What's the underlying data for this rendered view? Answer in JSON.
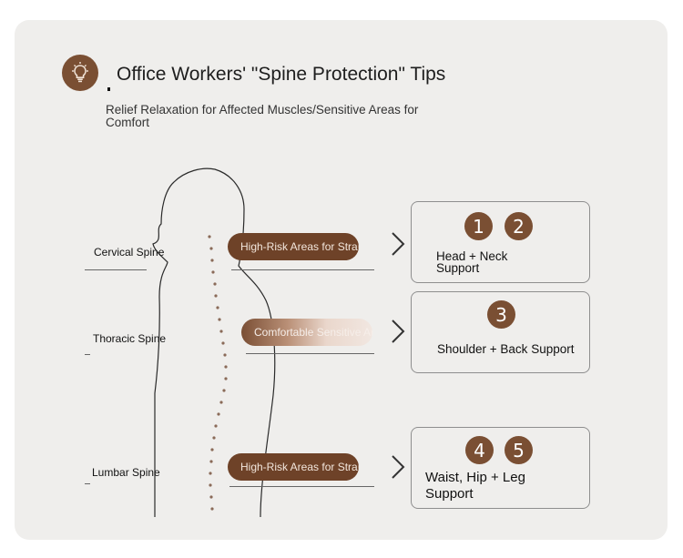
{
  "header": {
    "title": "Office Workers' \"Spine Protection\" Tips",
    "subtitle": "Relief Relaxation for Affected Muscles/Sensitive Areas for Comfort",
    "icon": "lightbulb-icon"
  },
  "colors": {
    "accent": "#7a4f33",
    "pill": "#6e4228",
    "card_background": "#efeeec"
  },
  "regions": [
    {
      "label": "Cervical Spine",
      "pill_text": "High-Risk Areas for Strain",
      "numbers": [
        "1",
        "2"
      ],
      "box_label": "Head + Neck Support"
    },
    {
      "label": "Thoracic Spine",
      "pill_text": "Comfortable Sensitive Areas",
      "numbers": [
        "3"
      ],
      "box_label": "Shoulder + Back Support"
    },
    {
      "label": "Lumbar Spine",
      "pill_text": "High-Risk Areas for Strain",
      "numbers": [
        "4",
        "5"
      ],
      "box_label": "Waist, Hip + Leg Support"
    }
  ]
}
